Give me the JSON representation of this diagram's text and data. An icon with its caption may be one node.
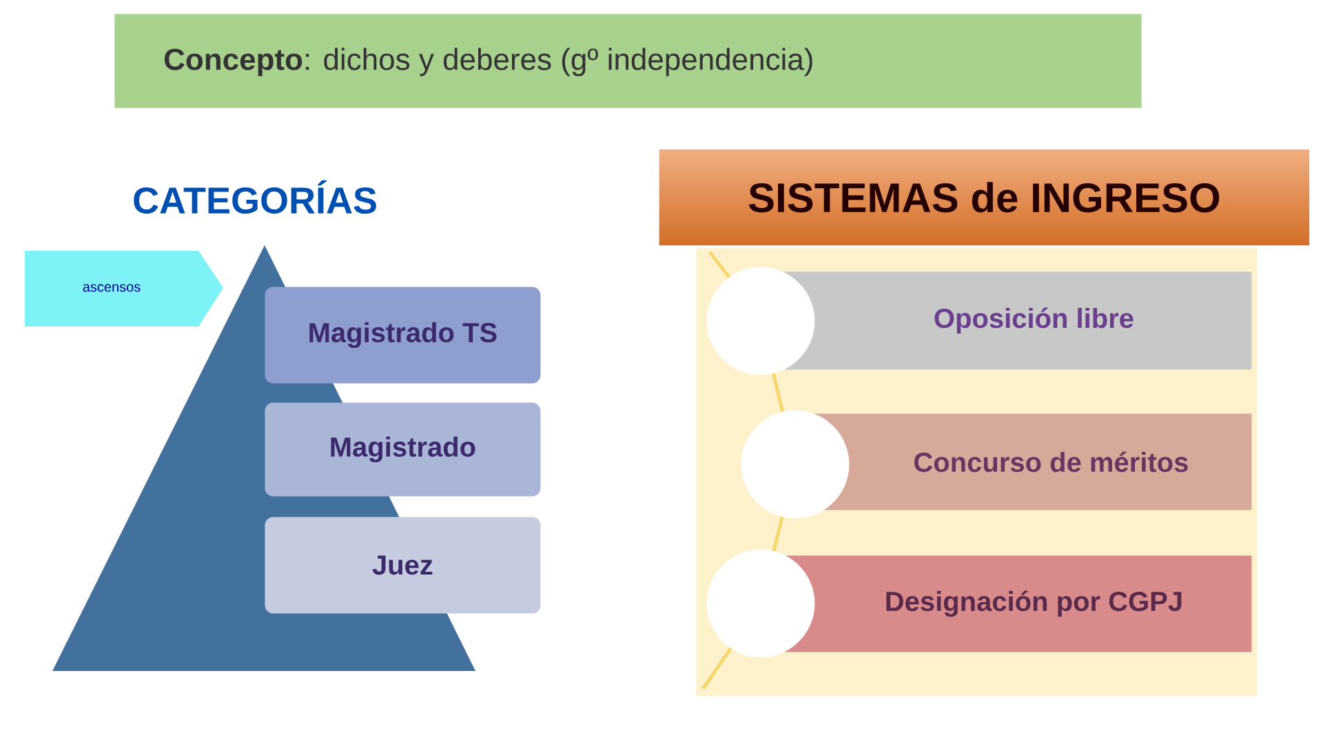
{
  "diagram": {
    "title": "**Concepto**: dichos y deberes (gº independencia)",
    "nodes": [
      {
        "text": [
          "CATEGORÍAS"
        ]
      },
      {
        "text": [
          "ascensos"
        ]
      },
      {
        "text": [
          "Magistrado TS"
        ]
      },
      {
        "text": [
          "Magistrado"
        ]
      },
      {
        "text": [
          "Juez"
        ]
      },
      {
        "text": [
          "SISTEMAS de INGRESO"
        ]
      },
      {
        "text": [],
        "shape": "box"
      },
      {
        "text": [],
        "shape": "circle",
        "in": 6
      },
      {
        "text": [
          "Oposición libre"
        ],
        "in": 6
      },
      {
        "text": [],
        "shape": "circle",
        "in": 6
      },
      {
        "text": [
          "Concurso de méritos"
        ],
        "in": 6
      },
      {
        "text": [],
        "shape": "circle",
        "in": 6
      },
      {
        "text": [
          "Designación por CGPJ"
        ],
        "in": 6
      }
    ],
    "edges": [
      {
        "from": 7,
        "to": 9,
        "arrow": "none"
      },
      {
        "from": 9,
        "to": 11,
        "arrow": "none"
      }
    ]
  }
}
